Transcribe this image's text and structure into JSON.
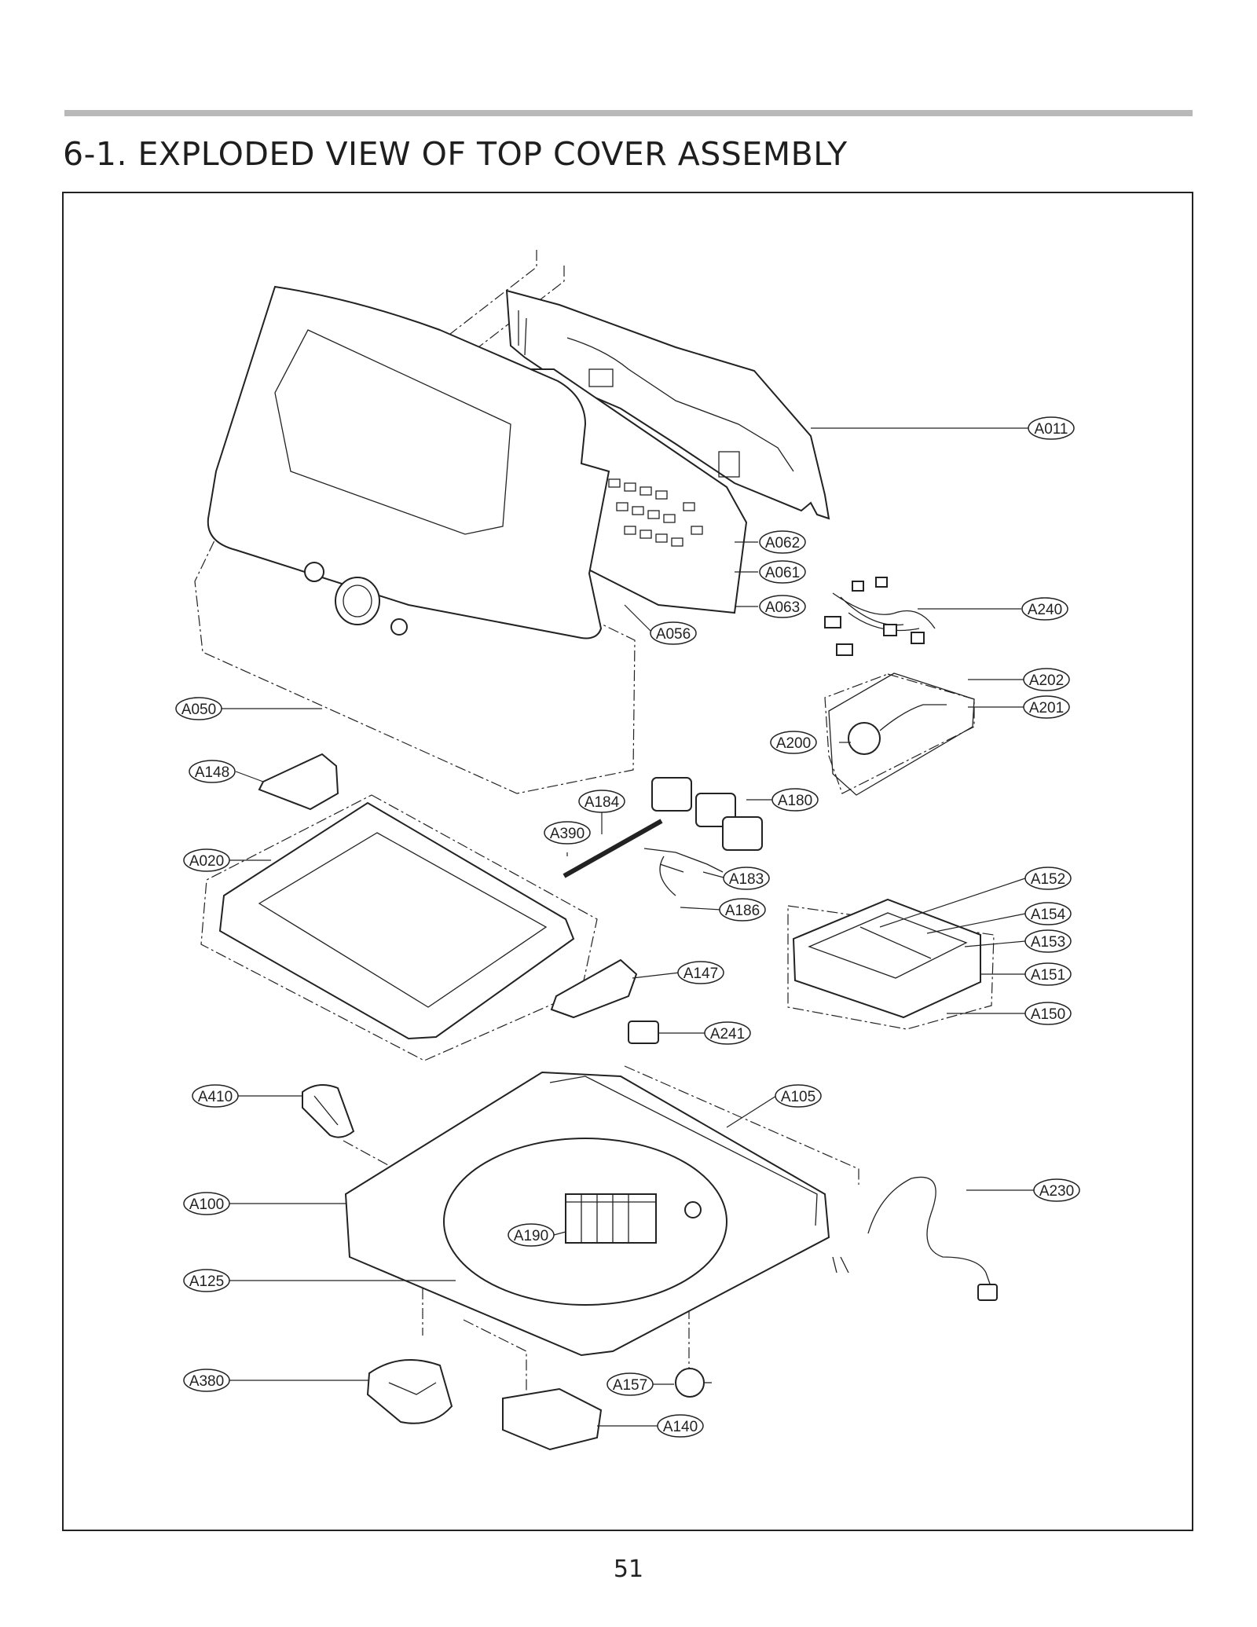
{
  "section_title": "6-1. EXPLODED VIEW OF TOP COVER ASSEMBLY",
  "page_number": "51",
  "callouts": [
    {
      "id": "A011",
      "label": "A011"
    },
    {
      "id": "A062",
      "label": "A062"
    },
    {
      "id": "A061",
      "label": "A061"
    },
    {
      "id": "A063",
      "label": "A063"
    },
    {
      "id": "A056",
      "label": "A056"
    },
    {
      "id": "A240",
      "label": "A240"
    },
    {
      "id": "A202",
      "label": "A202"
    },
    {
      "id": "A201",
      "label": "A201"
    },
    {
      "id": "A200",
      "label": "A200"
    },
    {
      "id": "A050",
      "label": "A050"
    },
    {
      "id": "A148",
      "label": "A148"
    },
    {
      "id": "A184",
      "label": "A184"
    },
    {
      "id": "A180",
      "label": "A180"
    },
    {
      "id": "A390",
      "label": "A390"
    },
    {
      "id": "A020",
      "label": "A020"
    },
    {
      "id": "A183",
      "label": "A183"
    },
    {
      "id": "A186",
      "label": "A186"
    },
    {
      "id": "A152",
      "label": "A152"
    },
    {
      "id": "A154",
      "label": "A154"
    },
    {
      "id": "A153",
      "label": "A153"
    },
    {
      "id": "A151",
      "label": "A151"
    },
    {
      "id": "A150",
      "label": "A150"
    },
    {
      "id": "A147",
      "label": "A147"
    },
    {
      "id": "A241",
      "label": "A241"
    },
    {
      "id": "A410",
      "label": "A410"
    },
    {
      "id": "A105",
      "label": "A105"
    },
    {
      "id": "A100",
      "label": "A100"
    },
    {
      "id": "A230",
      "label": "A230"
    },
    {
      "id": "A190",
      "label": "A190"
    },
    {
      "id": "A125",
      "label": "A125"
    },
    {
      "id": "A380",
      "label": "A380"
    },
    {
      "id": "A157",
      "label": "A157"
    },
    {
      "id": "A140",
      "label": "A140"
    }
  ]
}
